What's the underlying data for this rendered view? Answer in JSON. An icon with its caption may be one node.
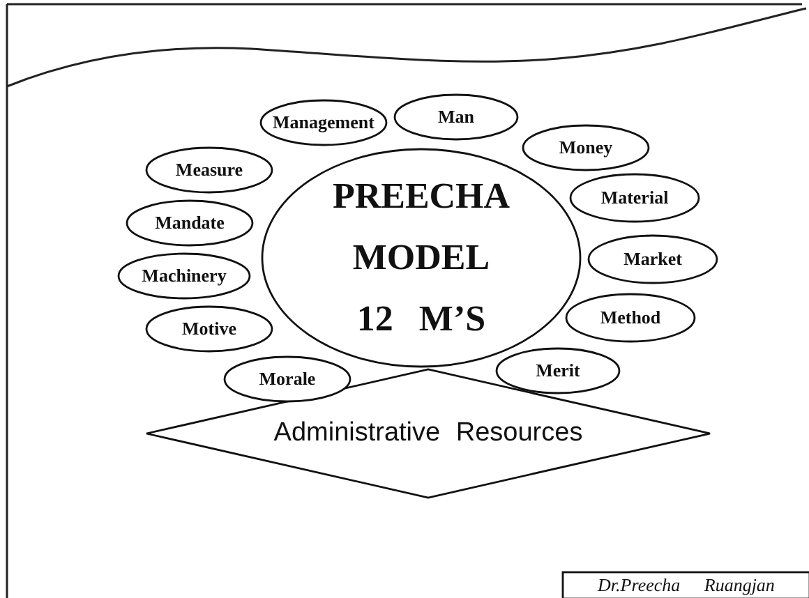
{
  "diagram": {
    "nodes": [
      {
        "text": [
          "PREECHA MODEL 12 M’S"
        ]
      },
      {
        "text": [
          "Management"
        ]
      },
      {
        "text": [
          "Man"
        ]
      },
      {
        "text": [
          "Money"
        ]
      },
      {
        "text": [
          "Material"
        ]
      },
      {
        "text": [
          "Market"
        ]
      },
      {
        "text": [
          "Method"
        ]
      },
      {
        "text": [
          "Merit"
        ]
      },
      {
        "text": [
          "Morale"
        ]
      },
      {
        "text": [
          "Motive"
        ]
      },
      {
        "text": [
          "Machinery"
        ]
      },
      {
        "text": [
          "Mandate"
        ]
      },
      {
        "text": [
          "Measure"
        ]
      },
      {
        "text": [
          "Administrative Resources"
        ]
      },
      {
        "text": [
          "Dr.Preecha Ruangjan"
        ]
      }
    ]
  }
}
